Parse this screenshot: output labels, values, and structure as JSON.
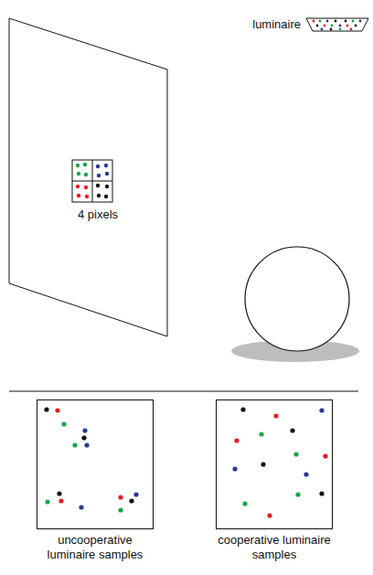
{
  "diagram": {
    "nodes": [
      {
        "text": [
          "luminaire"
        ]
      },
      {
        "text": [
          "4 pixels"
        ]
      },
      {
        "text": [
          "uncooperative luminaire samples"
        ]
      },
      {
        "text": [
          "cooperative luminaire samples"
        ]
      }
    ]
  }
}
